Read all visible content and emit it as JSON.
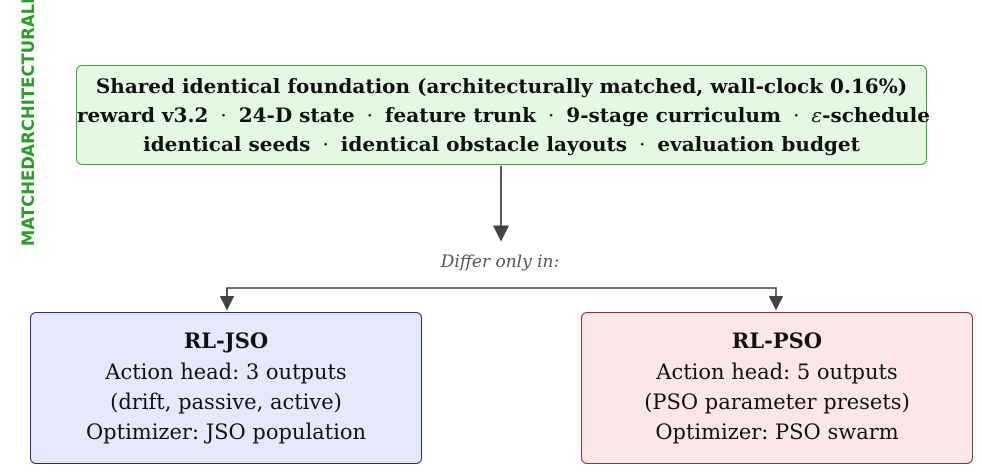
{
  "side_label": {
    "line1": "ARCHITECTURALLY",
    "line2": "MATCHED"
  },
  "foundation": {
    "title": "Shared identical foundation (architecturally matched, wall-clock 0.16%)",
    "separator": "·",
    "row1": [
      "reward v3.2",
      "24-D state",
      "feature trunk",
      "9-stage curriculum"
    ],
    "epsilon_symbol": "ε",
    "epsilon_suffix": "-schedule",
    "row2": [
      "identical seeds",
      "identical obstacle layouts",
      "evaluation budget"
    ]
  },
  "differ_label": "Differ only in:",
  "rl_jso": {
    "title": "RL-JSO",
    "action_head": "Action head: 3 outputs",
    "action_detail": "(drift, passive, active)",
    "optimizer": "Optimizer: JSO population"
  },
  "rl_pso": {
    "title": "RL-PSO",
    "action_head": "Action head: 5 outputs",
    "action_detail": "(PSO parameter presets)",
    "optimizer": "Optimizer: PSO swarm"
  },
  "colors": {
    "green_accent": "#2a9d2a",
    "foundation_fill": "#e4f8e4",
    "jso_fill": "#e6e8fb",
    "jso_border": "#2a2a9a",
    "pso_fill": "#fbe6e8",
    "pso_border": "#a02a35",
    "connector": "#444444"
  }
}
